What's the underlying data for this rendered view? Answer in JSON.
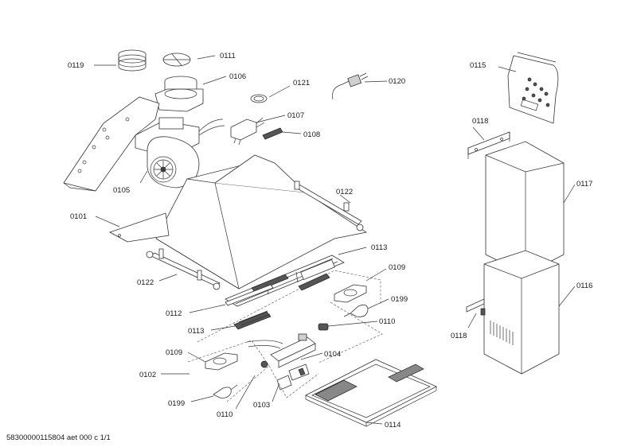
{
  "footer": {
    "document_code": "58300000115804 aet 000 c 1/1"
  },
  "callouts": {
    "c0119": "0119",
    "c0111": "0111",
    "c0106": "0106",
    "c0121": "0121",
    "c0120": "0120",
    "c0107": "0107",
    "c0108": "0108",
    "c0105": "0105",
    "c0101": "0101",
    "c0122a": "0122",
    "c0122b": "0122",
    "c0113a": "0113",
    "c0109a": "0109",
    "c0199a": "0199",
    "c0112": "0112",
    "c0113b": "0113",
    "c0110a": "0110",
    "c0109b": "0109",
    "c0104": "0104",
    "c0102": "0102",
    "c0199b": "0199",
    "c0110b": "0110",
    "c0103": "0103",
    "c0114": "0114",
    "c0115": "0115",
    "c0118a": "0118",
    "c0117": "0117",
    "c0116": "0116",
    "c0118b": "0118"
  }
}
